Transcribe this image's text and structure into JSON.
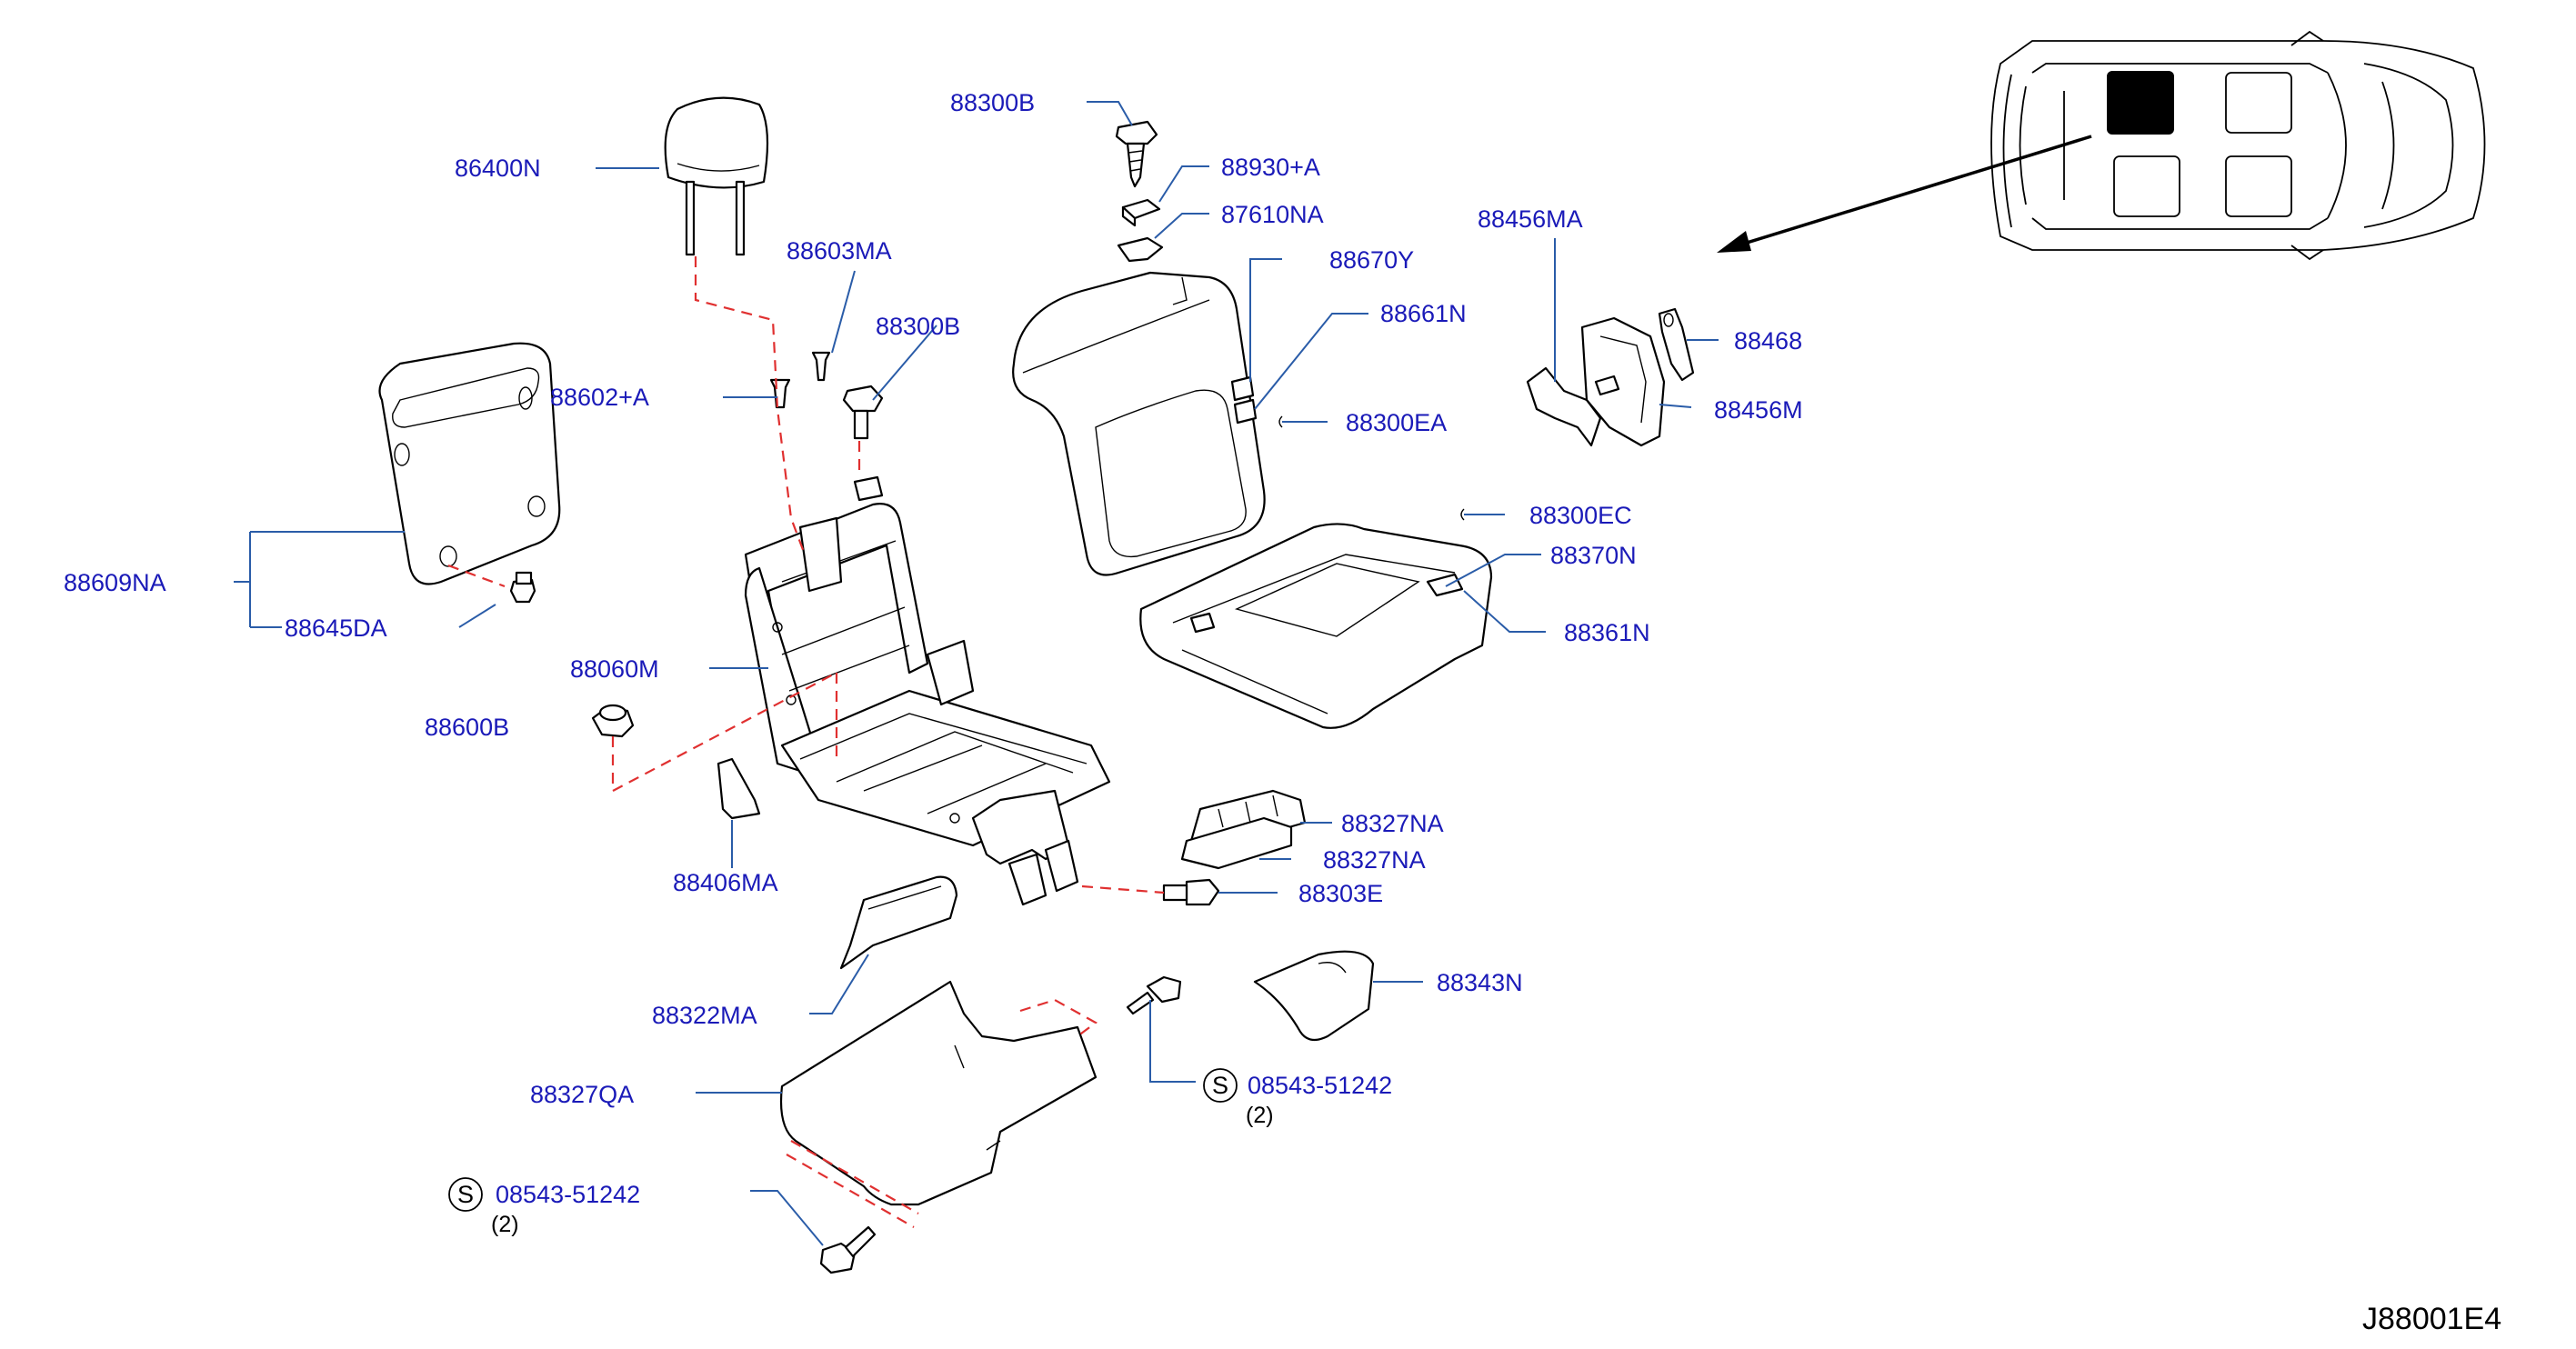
{
  "diagram": {
    "code": "J88001E4",
    "labels": {
      "l86400N": "86400N",
      "l88603MA": "88603MA",
      "l88300B_a": "88300B",
      "l88300B_b": "88300B",
      "l88602A": "88602+A",
      "l88609NA": "88609NA",
      "l88645DA": "88645DA",
      "l88060M": "88060M",
      "l88600B": "88600B",
      "l88406MA": "88406MA",
      "l88322MA": "88322MA",
      "l88327QA": "88327QA",
      "l88930A": "88930+A",
      "l87610NA": "87610NA",
      "l88670Y": "88670Y",
      "l88661N": "88661N",
      "l88300EA": "88300EA",
      "l88300EC": "88300EC",
      "l88370N": "88370N",
      "l88361N": "88361N",
      "l88327NA_a": "88327NA",
      "l88327NA_b": "88327NA",
      "l88303E": "88303E",
      "l88343N": "88343N",
      "l88456MA": "88456MA",
      "l88468": "88468",
      "l88456M": "88456M",
      "screw_a": "08543-51242",
      "screw_b": "08543-51242"
    },
    "screw_symbol": "S",
    "quantity": "(2)"
  }
}
